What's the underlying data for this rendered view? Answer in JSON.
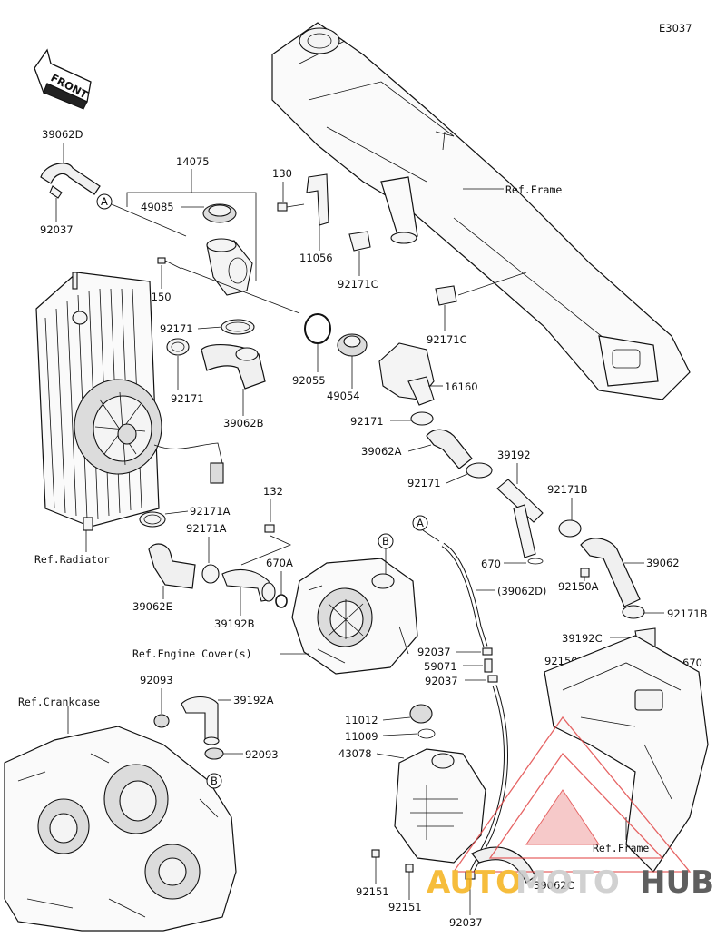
{
  "diagram_code": "E3037",
  "front_label": "FRONT",
  "callouts": {
    "a": "A",
    "b": "B"
  },
  "labels": {
    "p39062D": "39062D",
    "p14075": "14075",
    "p49085": "49085",
    "p92037_top": "92037",
    "p92150": "92150",
    "p92171_a": "92171",
    "p92171_b": "92171",
    "p39062B": "39062B",
    "p130": "130",
    "p11056": "11056",
    "p92171C_1": "92171C",
    "p92171C_2": "92171C",
    "p92055": "92055",
    "p49054": "49054",
    "p16160": "16160",
    "p92171_c": "92171",
    "p39062A": "39062A",
    "p92171_d": "92171",
    "p39192": "39192",
    "p92171B_1": "92171B",
    "p670_a": "670",
    "p39062": "39062",
    "p92150A_1": "92150A",
    "p92171B_2": "92171B",
    "p39192C": "39192C",
    "p92150A_2": "92150A",
    "p670_b": "670",
    "p92171A_1": "92171A",
    "p132": "132",
    "p92171A_2": "92171A",
    "p670A": "670A",
    "p39062E": "39062E",
    "p39192B": "39192B",
    "p39062D_paren": "(39062D)",
    "p92037_mid1": "92037",
    "p59071": "59071",
    "p92037_mid2": "92037",
    "p92093_a": "92093",
    "p39192A": "39192A",
    "p92093_b": "92093",
    "p11012": "11012",
    "p11009": "11009",
    "p43078": "43078",
    "p92151_a": "92151",
    "p92151_b": "92151",
    "p92037_bot": "92037",
    "p39062C": "39062C"
  },
  "refs": {
    "frame_top": "Ref.Frame",
    "radiator": "Ref.Radiator",
    "engine_cover": "Ref.Engine Cover(s)",
    "crankcase": "Ref.Crankcase",
    "frame_bottom": "Ref.Frame"
  },
  "watermark": {
    "auto": "AUTO",
    "moto": "MOTO",
    "hub": "HUB"
  },
  "colors": {
    "line": "#111111",
    "watermark_red": "#e24a4a",
    "watermark_yellow": "#f5b21b"
  }
}
